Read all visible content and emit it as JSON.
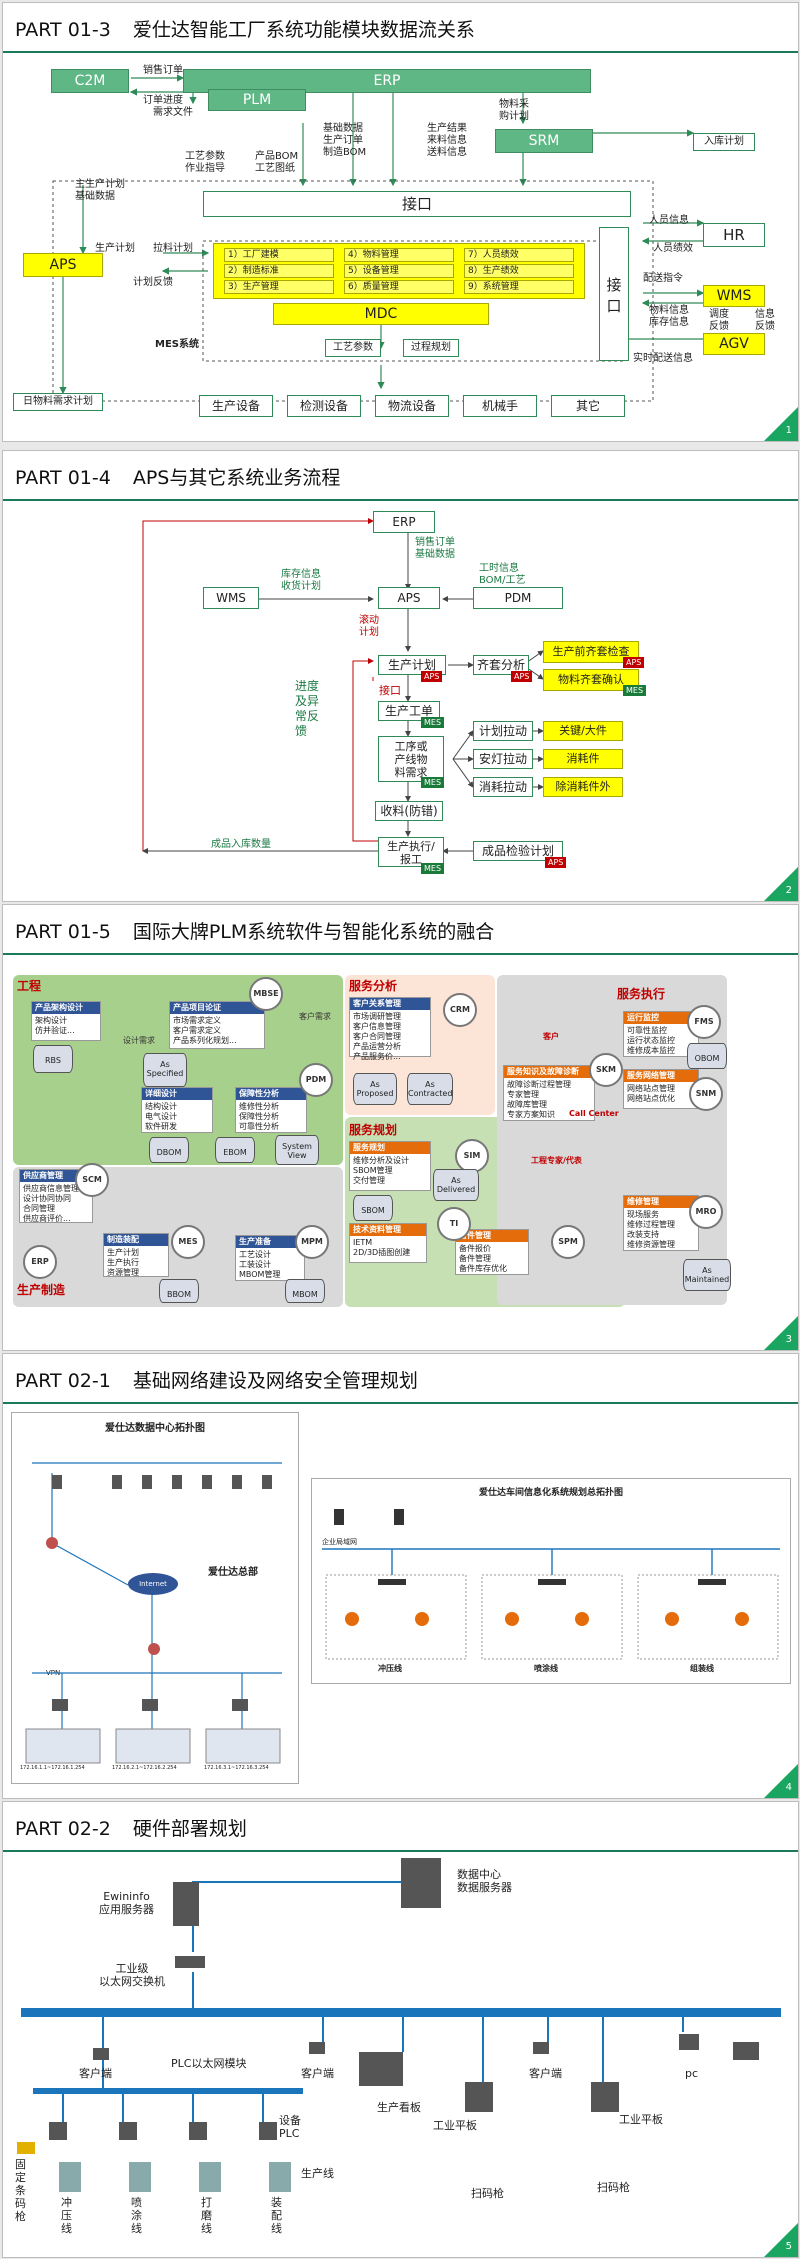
{
  "colors": {
    "accent_green": "#1a7a5a",
    "box_green": "#5fb785",
    "yellow": "#ffff00",
    "aps_red": "#c00000",
    "mes_green": "#1a7a3a",
    "network_blue": "#1b75bb"
  },
  "slide1": {
    "code": "PART 01-3",
    "title": "爱仕达智能工厂系统功能模块数据流关系",
    "page": "1",
    "boxes": {
      "c2m": "C2M",
      "erp": "ERP",
      "plm": "PLM",
      "srm": "SRM",
      "interface": "接口",
      "hr": "HR",
      "aps": "APS",
      "wms": "WMS",
      "agv": "AGV",
      "mdc": "MDC",
      "interface2": "接口",
      "daily_plan": "日物料需求计划",
      "mes_label": "MES系统",
      "process_params": "工艺参数",
      "process_rules": "过程规划",
      "inbound_plan": "入库计划"
    },
    "modules": [
      "1）工厂建模",
      "2）制造标准",
      "3）生产管理",
      "4）物料管理",
      "5）设备管理",
      "6）质量管理",
      "7）人员绩效",
      "8）生产绩效",
      "9）系统管理"
    ],
    "equipment": [
      "生产设备",
      "检测设备",
      "物流设备",
      "机械手",
      "其它"
    ],
    "labels": {
      "sales_order": "销售订单",
      "order_progress": "订单进度",
      "demand_file": "需求文件",
      "process_params_guidance": "工艺参数\n作业指导",
      "product_bom": "产品BOM\n工艺图纸",
      "basic_data": "基础数据\n生产订单\n制造BOM",
      "production_results": "生产结果\n来料信息\n送料信息",
      "material_purchase": "物料采\n购计划",
      "main_plan": "主生产计划\n基础数据",
      "prod_plan": "生产计划",
      "pick_plan": "拉料计划",
      "plan_feedback": "计划反馈",
      "person_info": "人员信息",
      "person_perf": "人员绩效",
      "delivery_cmd": "配送指令",
      "material_info": "物料信息\n库存信息",
      "realtime_delivery": "实时配送信息",
      "dispatch_feedback": "调度\n反馈",
      "info_feedback": "信息\n反馈"
    }
  },
  "slide2": {
    "code": "PART 01-4",
    "title": "APS与其它系统业务流程",
    "page": "2",
    "nodes": {
      "erp": "ERP",
      "wms": "WMS",
      "aps": "APS",
      "pdm": "PDM",
      "prod_plan": "生产计划",
      "kit_analysis": "齐套分析",
      "interface": "接口",
      "work_order": "生产工单",
      "process_need": "工序或\n产线物\n料需求",
      "receive": "收料(防错)",
      "prod_exec": "生产执行/\n报工",
      "material_check": "成品检验计划",
      "plan_pull": "计划拉动",
      "andon_pull": "安灯拉动",
      "consume_pull": "消耗拉动"
    },
    "yellow": {
      "pre_check": "生产前齐套检查",
      "material_confirm": "物料齐套确认",
      "key_parts": "关键/大件",
      "consumables": "消耗件",
      "except_consumables": "除消耗件外"
    },
    "tags": {
      "aps": "APS",
      "mes": "MES"
    },
    "labels": {
      "sales_basic": "销售订单\n基础数据",
      "inventory": "库存信息\n收货计划",
      "hours_bom": "工时信息\nBOM/工艺",
      "rolling": "滚动\n计划",
      "progress": "进度\n及异\n常反\n馈",
      "finished_qty": "成品入库数量"
    }
  },
  "slide3": {
    "code": "PART 01-5",
    "title": "国际大牌PLM系统软件与智能化系统的融合",
    "page": "3",
    "zones": {
      "engineering": "工程",
      "service_analysis": "服务分析",
      "service_exec": "服务执行",
      "service_plan": "服务规划",
      "production": "生产制造"
    },
    "circles": {
      "mbse": "MBSE",
      "crm": "CRM",
      "fms": "FMS",
      "skm": "SKM",
      "snm": "SNM",
      "pdm": "PDM",
      "scm": "SCM",
      "sim": "SIM",
      "ti": "TI",
      "spm": "SPM",
      "mro": "MRO",
      "erp": "ERP",
      "mes": "MES",
      "mpm": "MPM"
    },
    "cards": {
      "arch": {
        "h": "产品架构设计",
        "b": "架构设计\n仿并验证..."
      },
      "project": {
        "h": "产品项目论证",
        "b": "市场需求定义\n客户需求定义\n产品系列化规划..."
      },
      "crm_card": {
        "h": "客户关系管理",
        "b": "市场调研管理\n客户信息管理\n客户合同管理\n产品运营分析\n产品服务价..."
      },
      "detail": {
        "h": "详细设计",
        "b": "结构设计\n电气设计\n软件研发"
      },
      "guarantee": {
        "h": "保障性分析",
        "b": "维修性分析\n保障性分析\n可靠性分析"
      },
      "supplier": {
        "h": "供应商管理",
        "b": "供应商信息管理\n设计协同协同\n合同管理\n供应商评价..."
      },
      "mfg": {
        "h": "制造装配",
        "b": "生产计划\n生产执行\n资源管理"
      },
      "prep": {
        "h": "生产准备",
        "b": "工艺设计\n工装设计\nMBOM管理"
      },
      "knowledge": {
        "h": "服务知识及故障诊断",
        "b": "故障诊断过程管理\n专家管理\n故障库管理\n专家方案知识"
      },
      "ops": {
        "h": "运行监控",
        "b": "可靠性监控\n运行状态监控\n维修成本监控"
      },
      "network": {
        "h": "服务网络管理",
        "b": "网络站点管理\n网络站点优化"
      },
      "service_plan_card": {
        "h": "服务规划",
        "b": "维修分析及设计\nSBOM管理\n交付管理"
      },
      "tech": {
        "h": "技术资料管理",
        "b": "IETM\n2D/3D插图创建"
      },
      "parts": {
        "h": "备件管理",
        "b": "备件报价\n备件管理\n备件库存优化"
      },
      "maint": {
        "h": "维修管理",
        "b": "现场服务\n维修过程管理\n改装支持\n维修资源管理"
      }
    },
    "dbs": {
      "rbs": "RBS",
      "as_specified": "As\nSpecified",
      "dbom": "DBOM",
      "ebom": "EBOM",
      "system_view": "System\nView",
      "as_proposed": "As\nProposed",
      "as_contracted": "As\nContracted",
      "obom": "OBOM",
      "sbom": "SBOM",
      "as_delivered": "As\nDelivered",
      "bbom": "BBOM",
      "mbom": "MBOM",
      "as_maintained": "As\nMaintained"
    },
    "labels": {
      "customer_req": "客户需求",
      "customer": "客户",
      "call_center": "Call Center",
      "expert": "工程专家/代表",
      "design_req": "设计需求"
    }
  },
  "slide4": {
    "code": "PART 02-1",
    "title": "基础网络建设及网络安全管理规划",
    "page": "4",
    "left_title": "爱仕达数据中心拓扑图",
    "hq": "爱仕达总部",
    "internet": "Internet",
    "right_title": "爱仕达车间信息化系统规划总拓扑图",
    "enterprise_net": "企业局域网",
    "lines": [
      "冲压线",
      "喷涂线",
      "组装线"
    ],
    "ips": [
      "172.16.1.1~172.16.1.254",
      "172.16.2.1~172.16.2.254",
      "172.16.3.1~172.16.3.254"
    ],
    "vpn": "VPN"
  },
  "slide5": {
    "code": "PART 02-2",
    "title": "硬件部署规划",
    "page": "5",
    "datacenter": "数据中心\n数据服务器",
    "app_server": "Ewininfo\n应用服务器",
    "switch": "工业级\n以太网交换机",
    "plc_module": "PLC以太网模块",
    "client1": "客户端",
    "client2": "客户端",
    "client3": "客户端",
    "pc": "pc",
    "board": "生产看板",
    "tablet1": "工业平板",
    "tablet2": "工业平板",
    "scanner1": "扫码枪",
    "scanner2": "扫码枪",
    "device_plc": "设备\nPLC",
    "prod_line": "生产线",
    "fixed_scanner": "固\n定\n条\n码\n枪",
    "lines": [
      "冲\n压\n线",
      "喷\n涂\n线",
      "打\n磨\n线",
      "装\n配\n线"
    ]
  }
}
